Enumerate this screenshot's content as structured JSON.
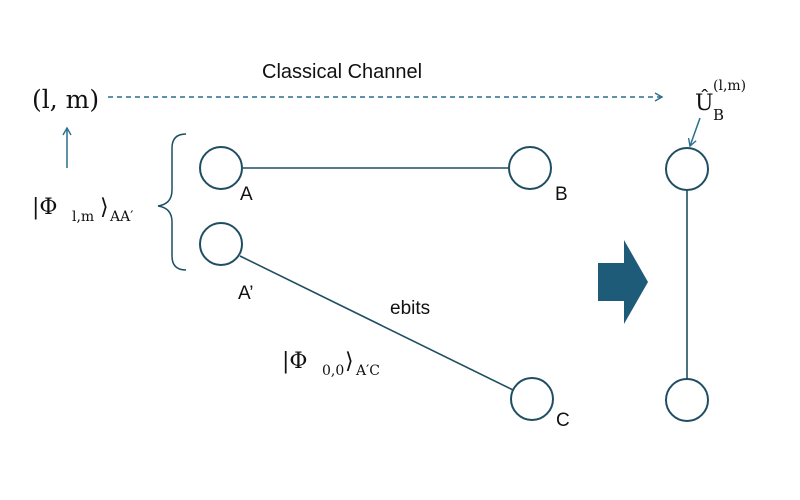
{
  "colors": {
    "line": "#1f4e63",
    "arrow": "#2a6f8c",
    "big_arrow": "#1d5b78"
  },
  "labels": {
    "lm": "(l, m)",
    "classical_channel": "Classical Channel",
    "unitary_base": "Û",
    "unitary_sub": "B",
    "unitary_sup": "(l,m)",
    "phi_lm": "|Φ",
    "phi_lm_sub": "l,m",
    "phi_lm_ket": "⟩",
    "phi_lm_space": "AA′",
    "phi_00": "|Φ",
    "phi_00_sub": "0,0",
    "phi_00_ket": "⟩",
    "phi_00_space": "A′C",
    "node_a": "A",
    "node_b": "B",
    "node_a_prime": "A’",
    "node_c": "C",
    "ebits": "ebits"
  }
}
